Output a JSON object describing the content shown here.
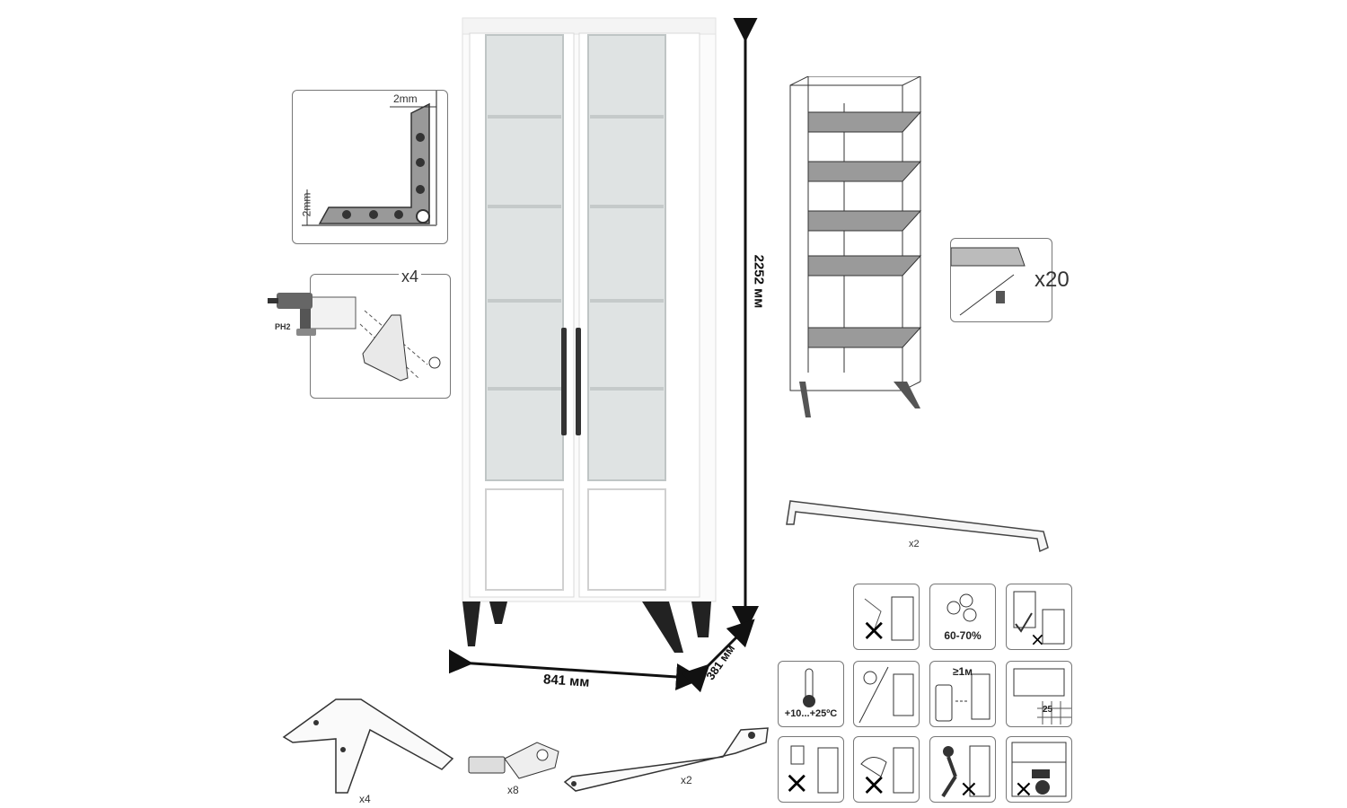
{
  "detail_gap": {
    "gap_top": "2mm",
    "gap_side": "2mm"
  },
  "legs_step": {
    "count": "x4",
    "bit": "PH2"
  },
  "dimensions": {
    "height": "2252 мм",
    "width": "841 мм",
    "depth": "381 мм"
  },
  "shelf_supports": {
    "count": "x20"
  },
  "handle": {
    "count": "x2"
  },
  "parts": {
    "leg_count": "x4",
    "hinge_count": "x8",
    "bracket_count": "x2"
  },
  "care_icons": {
    "humidity": "60-70%",
    "temperature": "+10...+25ºC",
    "distance": "≥1м",
    "load": "25"
  }
}
